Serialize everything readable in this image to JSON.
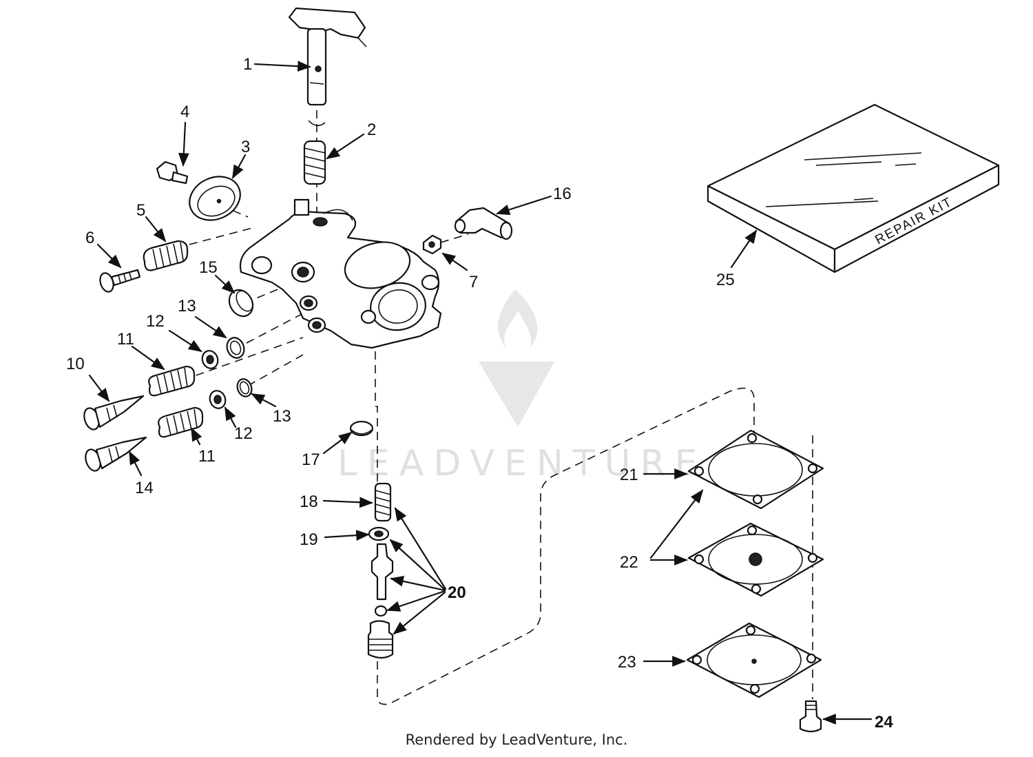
{
  "diagram": {
    "callouts": [
      {
        "id": "1",
        "label": "1"
      },
      {
        "id": "2",
        "label": "2"
      },
      {
        "id": "3",
        "label": "3"
      },
      {
        "id": "4",
        "label": "4"
      },
      {
        "id": "5",
        "label": "5"
      },
      {
        "id": "6",
        "label": "6"
      },
      {
        "id": "7",
        "label": "7"
      },
      {
        "id": "10",
        "label": "10"
      },
      {
        "id": "11a",
        "label": "11"
      },
      {
        "id": "11b",
        "label": "11"
      },
      {
        "id": "12a",
        "label": "12"
      },
      {
        "id": "12b",
        "label": "12"
      },
      {
        "id": "13a",
        "label": "13"
      },
      {
        "id": "13b",
        "label": "13"
      },
      {
        "id": "14",
        "label": "14"
      },
      {
        "id": "15",
        "label": "15"
      },
      {
        "id": "16",
        "label": "16"
      },
      {
        "id": "17",
        "label": "17"
      },
      {
        "id": "18",
        "label": "18"
      },
      {
        "id": "19",
        "label": "19"
      },
      {
        "id": "20",
        "label": "20"
      },
      {
        "id": "21",
        "label": "21"
      },
      {
        "id": "22",
        "label": "22"
      },
      {
        "id": "23",
        "label": "23"
      },
      {
        "id": "24",
        "label": "24"
      },
      {
        "id": "25",
        "label": "25"
      }
    ],
    "repair_kit_label": "REPAIR KIT",
    "watermark_text": "LEADVENTURE",
    "credit": "Rendered by LeadVenture, Inc."
  }
}
